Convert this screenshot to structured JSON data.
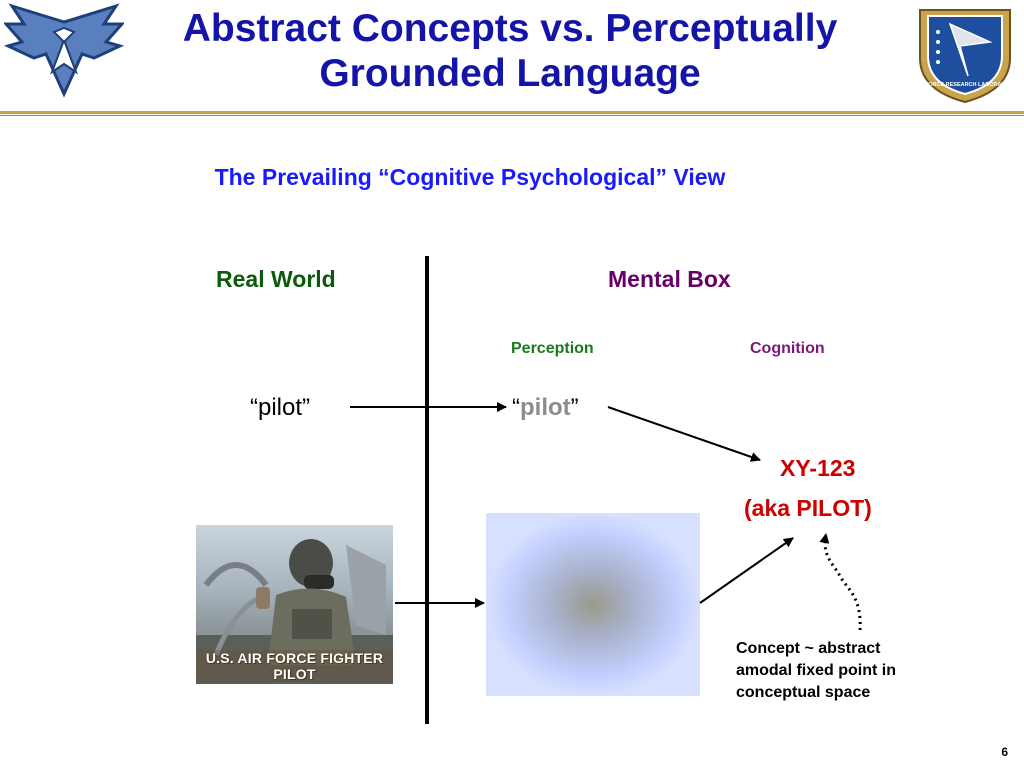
{
  "slide": {
    "title_line1": "Abstract Concepts vs. Perceptually",
    "title_line2": "Grounded Language",
    "subtitle": "The Prevailing “Cognitive Psychological” View",
    "real_world": "Real World",
    "mental_box": "Mental Box",
    "perception": "Perception",
    "cognition": "Cognition",
    "word_open_quote": "“",
    "word_text": "pilot",
    "word_close_quote": "”",
    "symbol_open_quote": "“",
    "symbol_text": "pilot",
    "symbol_close_quote": "”",
    "concept_id": "XY-123",
    "concept_aka": "(aka PILOT)",
    "note_line1": "Concept ~ abstract",
    "note_line2": "amodal fixed point in",
    "note_line3": "conceptual space",
    "photo_caption": "U.S. AIR FORCE FIGHTER PILOT",
    "afrl_logo_text": "AIR FORCE RESEARCH LABORATORY",
    "page_number": "6"
  },
  "colors": {
    "title": "#1414a8",
    "subtitle": "#1a1aff",
    "real_world": "#0a5c0a",
    "mental_box": "#660066",
    "perception": "#1a7a1a",
    "cognition": "#7a1a7a",
    "concept": "#cc0000",
    "rule_gold": "#c9a44a"
  }
}
